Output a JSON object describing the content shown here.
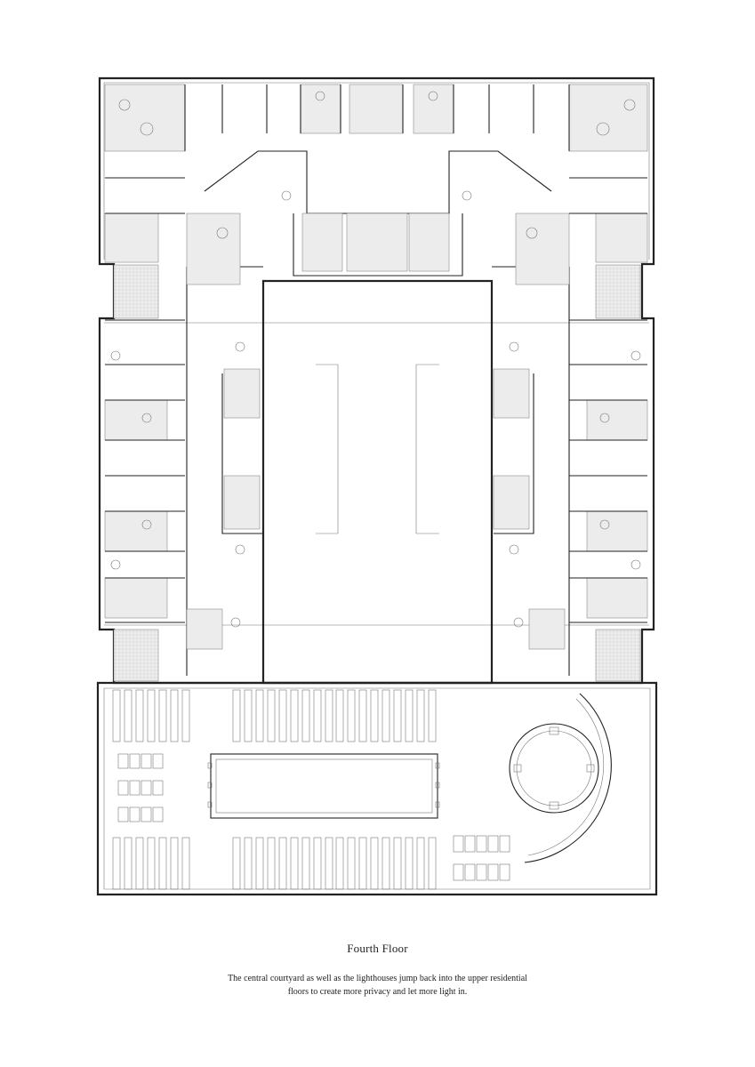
{
  "caption": {
    "title": "Fourth Floor",
    "line1": "The central courtyard as well as the lighthouses jump back into the upper residential",
    "line2": "floors to create more privacy and let more light in."
  },
  "colors": {
    "line": "#222222",
    "room_fill": "#ececec",
    "background": "#ffffff"
  }
}
